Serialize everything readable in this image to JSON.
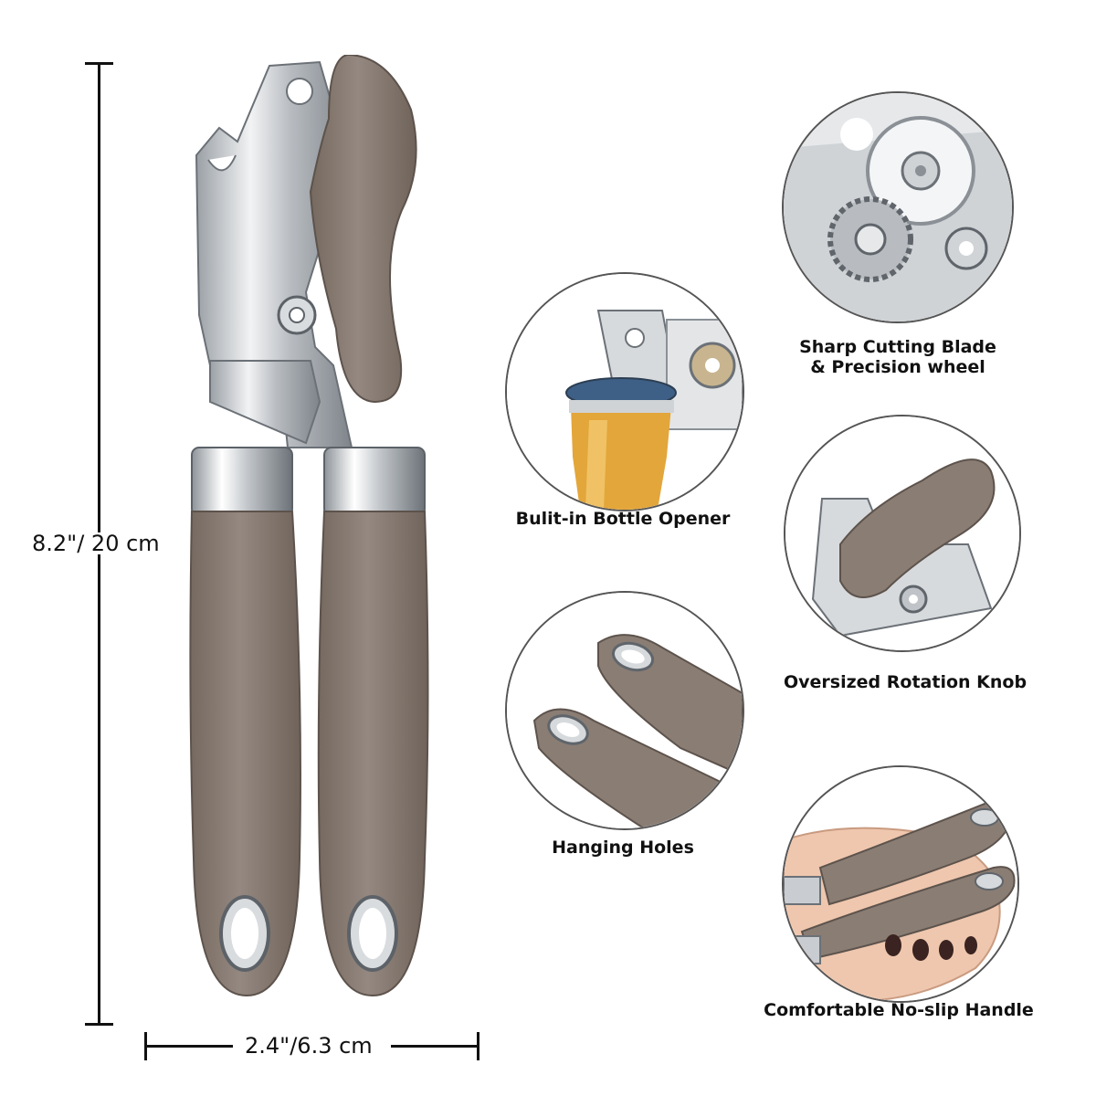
{
  "dimensions": {
    "height_label": "8.2\"/ 20 cm",
    "width_label": "2.4\"/6.3 cm"
  },
  "features": [
    {
      "label": "Sharp Cutting Blade\n& Precision wheel",
      "icon": "cutting-wheel"
    },
    {
      "label": "Bulit-in Bottle Opener",
      "icon": "bottle-opener"
    },
    {
      "label": "Oversized Rotation Knob",
      "icon": "rotation-knob"
    },
    {
      "label": "Hanging Holes",
      "icon": "hanging-holes"
    },
    {
      "label": "Comfortable No-slip Handle",
      "icon": "no-slip-handle"
    }
  ],
  "colors": {
    "handle": "#8a7d74",
    "steel": "#c9ccd0",
    "background": "#ffffff"
  }
}
